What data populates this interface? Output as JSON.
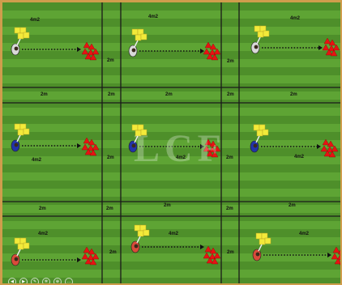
{
  "watermark": "LCF",
  "zone_labels": {
    "area": "4m2",
    "gap": "2m"
  },
  "colors": {
    "grass_dark": "#4e8f2a",
    "grass_light": "#5ea434",
    "lines": "#1a1a1a",
    "cones": "#e81212",
    "player_shirts_row1": "#d9d9d9",
    "player_shirts_row2": "#2233aa",
    "player_shirts_row3": "#d94b3a",
    "ball_bib": "#f2ea3a",
    "frame": "#cf9d4c"
  },
  "drills": [
    {
      "row": 1,
      "col": 1
    },
    {
      "row": 1,
      "col": 2
    },
    {
      "row": 1,
      "col": 3
    },
    {
      "row": 2,
      "col": 1
    },
    {
      "row": 2,
      "col": 2
    },
    {
      "row": 2,
      "col": 3
    },
    {
      "row": 3,
      "col": 1
    },
    {
      "row": 3,
      "col": 2
    },
    {
      "row": 3,
      "col": 3
    }
  ],
  "toolbar_icons": [
    "rewind-icon",
    "play-icon",
    "pen-icon",
    "settings-icon",
    "zoom-icon",
    "more-icon"
  ]
}
